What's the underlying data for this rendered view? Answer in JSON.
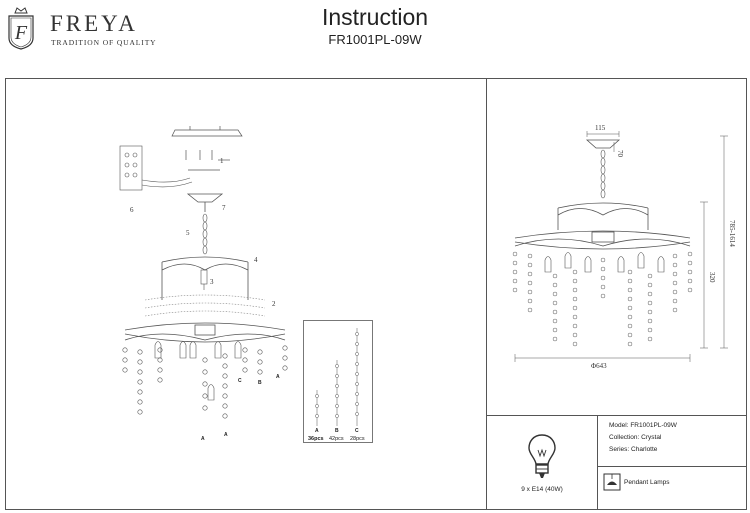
{
  "header": {
    "brand_name": "FREYA",
    "brand_tagline": "TRADITION OF QUALITY",
    "title": "Instruction",
    "model": "FR1001PL-09W"
  },
  "assembly": {
    "part_numbers": [
      "1",
      "2",
      "3",
      "4",
      "5",
      "6",
      "7"
    ],
    "letters": [
      "A",
      "B",
      "C"
    ],
    "pcs_labels": [
      "36pcs",
      "42pcs",
      "28pcs"
    ]
  },
  "dimensions": {
    "canopy_width": "115",
    "canopy_height": "70",
    "body_height": "320",
    "total_height": "785-1614",
    "diameter": "Φ643"
  },
  "bulb": {
    "spec": "9 x E14 (40W)"
  },
  "specs": {
    "model": "Model: FR1001PL-09W",
    "collection": "Collection: Crystal",
    "series": "Series: Charlotte",
    "type": "Pendant Lamps"
  },
  "colors": {
    "line": "#555555",
    "text": "#222222"
  }
}
